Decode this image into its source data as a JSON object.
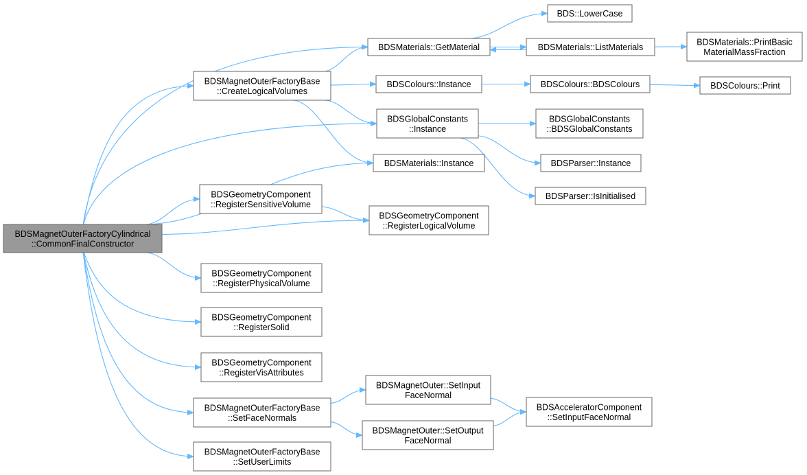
{
  "colors": {
    "edge": "#63b8ff",
    "node_border": "#666666",
    "node_fill": "#ffffff",
    "root_fill": "#999999"
  },
  "nodes": [
    {
      "id": "root",
      "lines": [
        "BDSMagnetOuterFactoryCylindrical",
        "::CommonFinalConstructor"
      ],
      "root": true
    },
    {
      "id": "createlogical",
      "lines": [
        "BDSMagnetOuterFactoryBase",
        "::CreateLogicalVolumes"
      ]
    },
    {
      "id": "getmaterial",
      "lines": [
        "BDSMaterials::GetMaterial"
      ]
    },
    {
      "id": "lowercase",
      "lines": [
        "BDS::LowerCase"
      ]
    },
    {
      "id": "listmaterials",
      "lines": [
        "BDSMaterials::ListMaterials"
      ]
    },
    {
      "id": "printbasic",
      "lines": [
        "BDSMaterials::PrintBasic",
        "MaterialMassFraction"
      ]
    },
    {
      "id": "colours_instance",
      "lines": [
        "BDSColours::Instance"
      ]
    },
    {
      "id": "colours_ctor",
      "lines": [
        "BDSColours::BDSColours"
      ]
    },
    {
      "id": "colours_print",
      "lines": [
        "BDSColours::Print"
      ]
    },
    {
      "id": "globalconst_instance",
      "lines": [
        "BDSGlobalConstants",
        "::Instance"
      ]
    },
    {
      "id": "globalconst_ctor",
      "lines": [
        "BDSGlobalConstants",
        "::BDSGlobalConstants"
      ]
    },
    {
      "id": "materials_instance",
      "lines": [
        "BDSMaterials::Instance"
      ]
    },
    {
      "id": "parser_instance",
      "lines": [
        "BDSParser::Instance"
      ]
    },
    {
      "id": "parser_isinit",
      "lines": [
        "BDSParser::IsInitialised"
      ]
    },
    {
      "id": "reg_sensitive",
      "lines": [
        "BDSGeometryComponent",
        "::RegisterSensitiveVolume"
      ]
    },
    {
      "id": "reg_logical",
      "lines": [
        "BDSGeometryComponent",
        "::RegisterLogicalVolume"
      ]
    },
    {
      "id": "reg_physical",
      "lines": [
        "BDSGeometryComponent",
        "::RegisterPhysicalVolume"
      ]
    },
    {
      "id": "reg_solid",
      "lines": [
        "BDSGeometryComponent",
        "::RegisterSolid"
      ]
    },
    {
      "id": "reg_vis",
      "lines": [
        "BDSGeometryComponent",
        "::RegisterVisAttributes"
      ]
    },
    {
      "id": "setfacenormals",
      "lines": [
        "BDSMagnetOuterFactoryBase",
        "::SetFaceNormals"
      ]
    },
    {
      "id": "setinputface",
      "lines": [
        "BDSMagnetOuter::SetInput",
        "FaceNormal"
      ]
    },
    {
      "id": "setoutputface",
      "lines": [
        "BDSMagnetOuter::SetOutput",
        "FaceNormal"
      ]
    },
    {
      "id": "acc_setinput",
      "lines": [
        "BDSAcceleratorComponent",
        "::SetInputFaceNormal"
      ]
    },
    {
      "id": "setuserlimits",
      "lines": [
        "BDSMagnetOuterFactoryBase",
        "::SetUserLimits"
      ]
    }
  ],
  "edges": [
    {
      "from": "root",
      "to": "getmaterial"
    },
    {
      "from": "root",
      "to": "createlogical"
    },
    {
      "from": "root",
      "to": "globalconst_instance"
    },
    {
      "from": "root",
      "to": "materials_instance"
    },
    {
      "from": "root",
      "to": "reg_sensitive"
    },
    {
      "from": "root",
      "to": "reg_logical"
    },
    {
      "from": "root",
      "to": "reg_physical"
    },
    {
      "from": "root",
      "to": "reg_solid"
    },
    {
      "from": "root",
      "to": "reg_vis"
    },
    {
      "from": "root",
      "to": "setfacenormals"
    },
    {
      "from": "root",
      "to": "setuserlimits"
    },
    {
      "from": "createlogical",
      "to": "getmaterial"
    },
    {
      "from": "createlogical",
      "to": "colours_instance"
    },
    {
      "from": "createlogical",
      "to": "globalconst_instance"
    },
    {
      "from": "createlogical",
      "to": "materials_instance"
    },
    {
      "from": "getmaterial",
      "to": "lowercase"
    },
    {
      "from": "getmaterial",
      "to": "listmaterials"
    },
    {
      "from": "listmaterials",
      "to": "getmaterial"
    },
    {
      "from": "listmaterials",
      "to": "printbasic"
    },
    {
      "from": "colours_instance",
      "to": "colours_ctor"
    },
    {
      "from": "colours_ctor",
      "to": "colours_print"
    },
    {
      "from": "globalconst_instance",
      "to": "globalconst_ctor"
    },
    {
      "from": "globalconst_instance",
      "to": "parser_instance"
    },
    {
      "from": "globalconst_instance",
      "to": "parser_isinit"
    },
    {
      "from": "reg_sensitive",
      "to": "reg_logical"
    },
    {
      "from": "setfacenormals",
      "to": "setinputface"
    },
    {
      "from": "setfacenormals",
      "to": "setoutputface"
    },
    {
      "from": "setinputface",
      "to": "acc_setinput"
    },
    {
      "from": "setoutputface",
      "to": "acc_setinput"
    }
  ]
}
